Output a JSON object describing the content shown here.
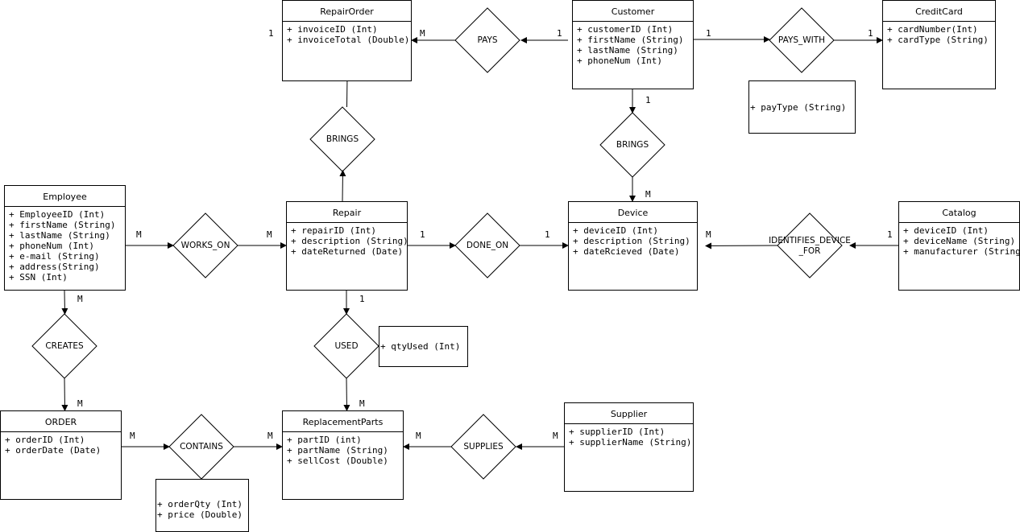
{
  "entities": {
    "repair_order": {
      "name": "RepairOrder",
      "attrs": [
        "+ invoiceID (Int)",
        "+ invoiceTotal (Double)"
      ]
    },
    "customer": {
      "name": "Customer",
      "attrs": [
        "+ customerID (Int)",
        "+ firstName (String)",
        "+ lastName (String)",
        "+ phoneNum (Int)"
      ]
    },
    "credit_card": {
      "name": "CreditCard",
      "attrs": [
        "+ cardNumber(Int)",
        "+ cardType (String)"
      ]
    },
    "employee": {
      "name": "Employee",
      "attrs": [
        "+ EmployeeID (Int)",
        "+ firstName (String)",
        "+ lastName (String)",
        "+ phoneNum (Int)",
        "+ e-mail (String)",
        "+ address(String)",
        "+ SSN (Int)"
      ]
    },
    "repair": {
      "name": "Repair",
      "attrs": [
        "+ repairID (Int)",
        "+ description (String)",
        "+ dateReturned (Date)"
      ]
    },
    "device": {
      "name": "Device",
      "attrs": [
        "+ deviceID (Int)",
        "+ description (String)",
        "+ dateRcieved (Date)"
      ]
    },
    "catalog": {
      "name": "Catalog",
      "attrs": [
        "+ deviceID (Int)",
        "+ deviceName (String)",
        "+ manufacturer (String)"
      ]
    },
    "order": {
      "name": "ORDER",
      "attrs": [
        "+ orderID (Int)",
        "+ orderDate (Date)"
      ]
    },
    "replacement_parts": {
      "name": "ReplacementParts",
      "attrs": [
        "+ partID (int)",
        "+ partName (String)",
        "+ sellCost (Double)"
      ]
    },
    "supplier": {
      "name": "Supplier",
      "attrs": [
        "+ supplierID (Int)",
        "+ supplierName (String)"
      ]
    }
  },
  "relationships": {
    "pays": "PAYS",
    "pays_with": "PAYS_WITH",
    "brings_order": "BRINGS",
    "brings_device": "BRINGS",
    "works_on": "WORKS_ON",
    "done_on": "DONE_ON",
    "identifies": "IDENTIFIES_DEVICE\n_FOR",
    "creates": "CREATES",
    "used": "USED",
    "contains": "CONTAINS",
    "supplies": "SUPPLIES"
  },
  "relationship_attributes": {
    "pays_with": [
      "+ payType (String)"
    ],
    "used": [
      "+ qtyUsed (Int)"
    ],
    "contains": [
      "+ orderQty (Int)",
      "+ price (Double)"
    ]
  },
  "cardinalities": {
    "repair_order_side": "1",
    "pays_order": "M",
    "pays_customer": "1",
    "pays_with_customer": "1",
    "pays_with_card": "1",
    "brings_customer": "1",
    "brings_device": "M",
    "works_on_employee": "M",
    "works_on_repair": "M",
    "done_on_repair": "1",
    "done_on_device": "1",
    "identifies_device": "M",
    "identifies_catalog": "1",
    "creates_employee": "M",
    "creates_order": "M",
    "used_repair": "1",
    "used_parts": "M",
    "contains_order": "M",
    "contains_parts": "M",
    "supplies_parts": "M",
    "supplies_supplier": "M"
  }
}
